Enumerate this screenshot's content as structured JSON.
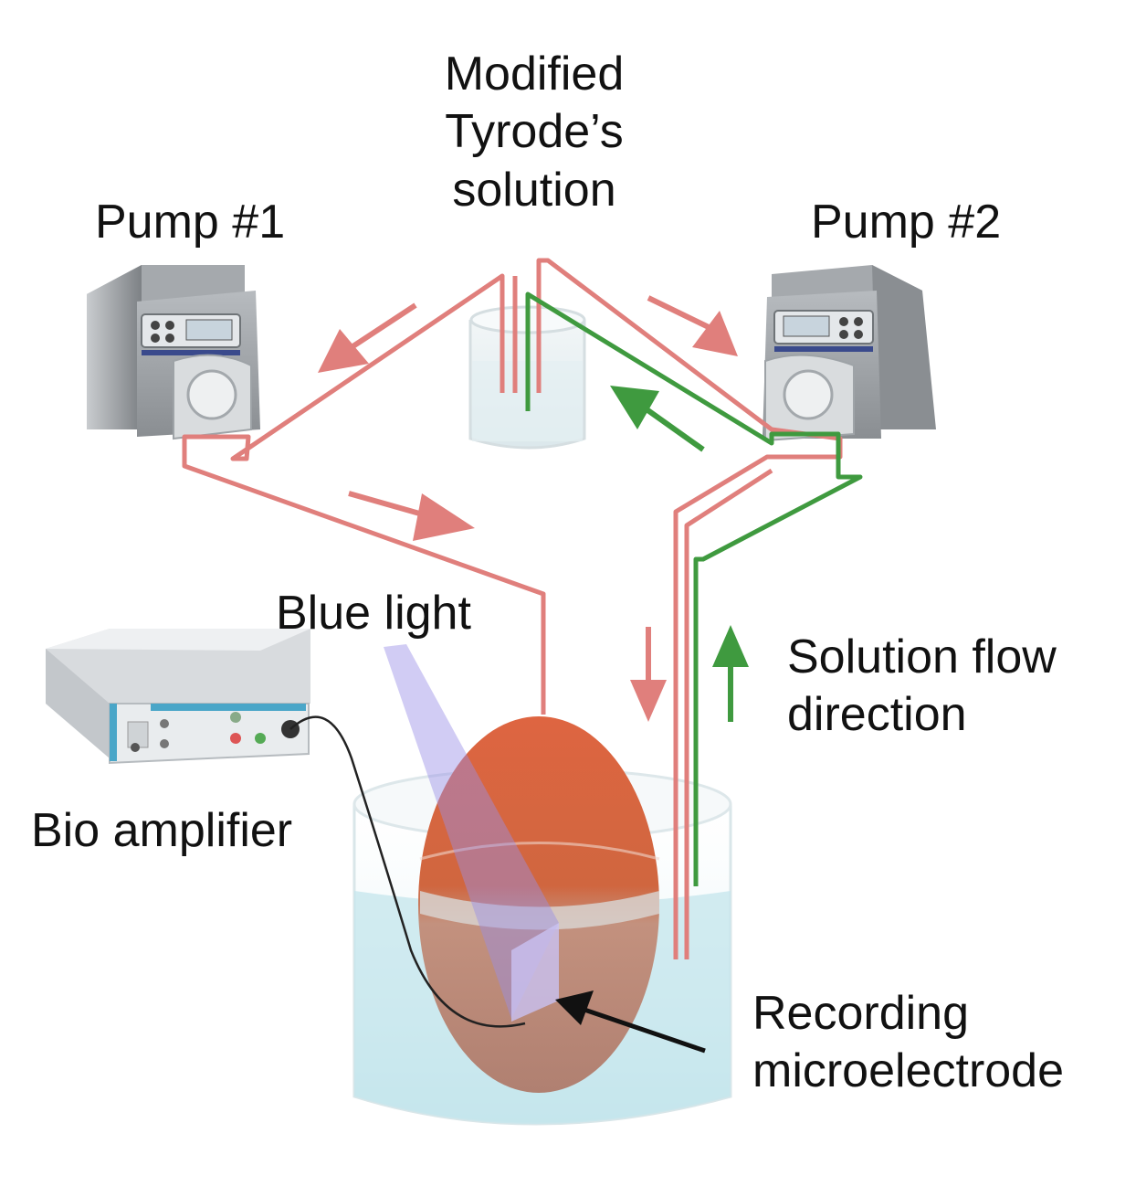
{
  "labels": {
    "tyrode": [
      "Modified",
      "Tyrode’s",
      "solution"
    ],
    "pump1": "Pump #1",
    "pump2": "Pump #2",
    "blue_light": "Blue light",
    "bio_amplifier": "Bio amplifier",
    "flow": [
      "Solution flow",
      "direction"
    ],
    "recording": [
      "Recording",
      "microelectrode"
    ]
  },
  "colors": {
    "inflow": "#e07f7c",
    "outflow": "#3f9a3f",
    "heart_top": "#d9603f",
    "heart_bottom": "#b9887a",
    "bath_water": "#cfe9ee",
    "blue_light": "#9a8ee6",
    "pump_body": "#8f9397",
    "amplifier_trim": "#4aa6c8"
  }
}
